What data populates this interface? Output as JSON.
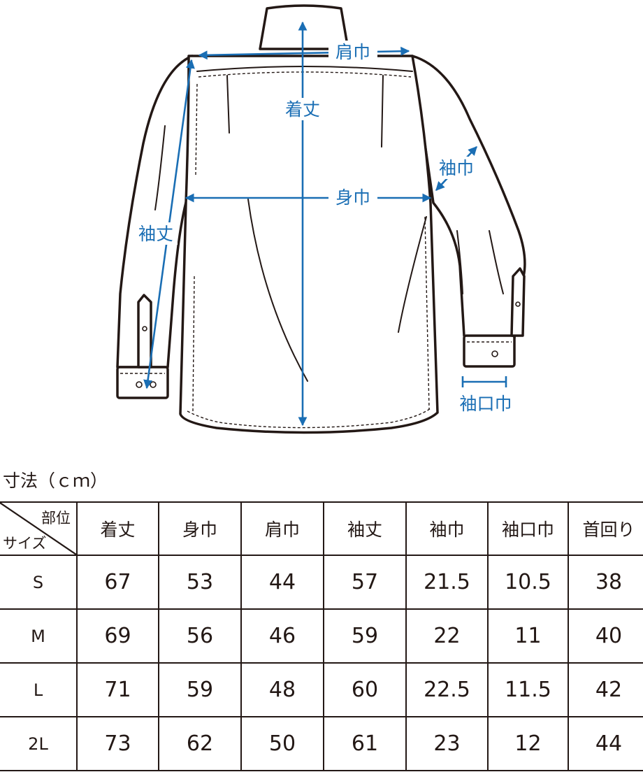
{
  "diagram": {
    "labels": {
      "katahaba": "肩巾",
      "kitake": "着丈",
      "sodehaba": "袖巾",
      "mihaba": "身巾",
      "sodetake": "袖丈",
      "sodeguchi": "袖口巾"
    },
    "colors": {
      "measure": "#1a6eb4",
      "outline": "#231815"
    },
    "icons": [
      "shirt-back-illustration",
      "arrow-icon"
    ]
  },
  "table": {
    "caption": "寸法（ｃｍ）",
    "corner_top": "部位",
    "corner_bottom": "サイズ",
    "headers": [
      "着丈",
      "身巾",
      "肩巾",
      "袖丈",
      "袖巾",
      "袖口巾",
      "首回り"
    ],
    "rows": [
      {
        "size": "S",
        "values": [
          "67",
          "53",
          "44",
          "57",
          "21.5",
          "10.5",
          "38"
        ]
      },
      {
        "size": "M",
        "values": [
          "69",
          "56",
          "46",
          "59",
          "22",
          "11",
          "40"
        ]
      },
      {
        "size": "L",
        "values": [
          "71",
          "59",
          "48",
          "60",
          "22.5",
          "11.5",
          "42"
        ]
      },
      {
        "size": "2L",
        "values": [
          "73",
          "62",
          "50",
          "61",
          "23",
          "12",
          "44"
        ]
      }
    ]
  }
}
